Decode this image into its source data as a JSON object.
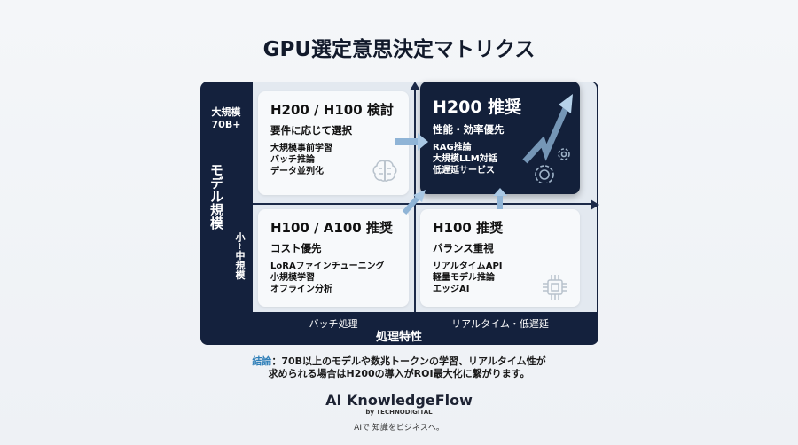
{
  "title": "GPU選定意思決定マトリクス",
  "y_axis": {
    "label": "モデル規模",
    "top": "大規模",
    "top_sub": "70B+",
    "bottom": "小~中規模"
  },
  "x_axis": {
    "label": "処理特性",
    "left": "バッチ処理",
    "right": "リアルタイム・低遅延"
  },
  "quadrants": [
    {
      "title": "H200 / H100 検討",
      "subtitle": "要件に応じて選択",
      "items": [
        "大規模事前学習",
        "バッチ推論",
        "データ並列化"
      ],
      "icon": "brain-icon"
    },
    {
      "title": "H200 推奨",
      "subtitle": "性能・効率優先",
      "items": [
        "RAG推論",
        "大規模LLM対話",
        "低遅延サービス"
      ],
      "icon": "gear-icon",
      "highlight": true
    },
    {
      "title": "H100 / A100 推奨",
      "subtitle": "コスト優先",
      "items": [
        "LoRAファインチューニング",
        "小規模学習",
        "オフライン分析"
      ]
    },
    {
      "title": "H100 推奨",
      "subtitle": "バランス重視",
      "items": [
        "リアルタイムAPI",
        "軽量モデル推論",
        "エッジAI"
      ],
      "icon": "chip-icon"
    }
  ],
  "conclusion": {
    "label": "結論",
    "sep": "：",
    "line1": "70B以上のモデルや数兆トークンの学習、リアルタイム性が",
    "line2": "求められる場合はH200の導入がROI最大化に繋がります。"
  },
  "brand": {
    "name": "AI KnowledgeFlow",
    "by": "by TECHNODIGITAL",
    "tagline": "AIで 知識をビジネスへ。"
  },
  "colors": {
    "navy": "#14213d",
    "accent": "#2f7fb8"
  }
}
